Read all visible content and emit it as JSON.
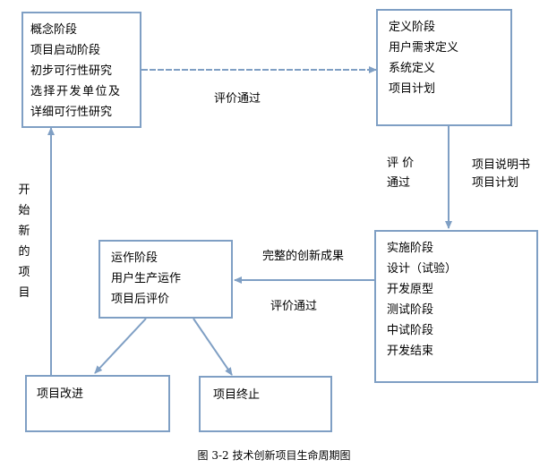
{
  "diagram": {
    "nodes": {
      "concept": {
        "lines": [
          "概念阶段",
          "项目启动阶段",
          "初步可行性研究",
          "选择开发单位及",
          "详细可行性研究"
        ]
      },
      "definition": {
        "lines": [
          "定义阶段",
          "用户需求定义",
          "系统定义",
          "项目计划"
        ]
      },
      "implementation": {
        "lines": [
          "实施阶段",
          "设计（试验）",
          "开发原型",
          "测试阶段",
          "中试阶段",
          "开发结束"
        ]
      },
      "operation": {
        "lines": [
          "运作阶段",
          "用户生产运作",
          "项目后评价"
        ]
      },
      "improve": {
        "label": "项目改进"
      },
      "terminate": {
        "label": "项目终止"
      }
    },
    "edge_labels": {
      "concept_to_definition": "评价通过",
      "definition_to_impl_left_1": "评 价",
      "definition_to_impl_left_2": "通过",
      "definition_to_impl_right_1": "项目说明书",
      "definition_to_impl_right_2": "项目计划",
      "impl_to_operation_top": "完整的创新成果",
      "impl_to_operation_bottom": "评价通过",
      "improve_to_concept": [
        "开",
        "始",
        "新",
        "的",
        "项",
        "目"
      ]
    },
    "caption": "图 3-2  技术创新项目生命周期图",
    "colors": {
      "box_border": "#7f9fc4",
      "arrow": "#7f9fc4"
    }
  }
}
